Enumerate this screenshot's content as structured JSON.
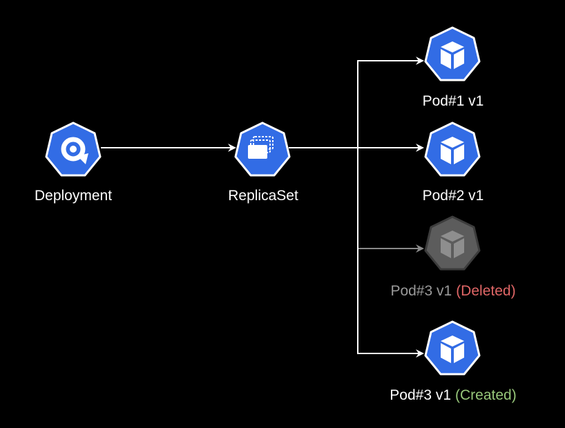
{
  "colors": {
    "background": "#000000",
    "k8s_blue": "#326CE5",
    "deleted_gray": "#5c5c5c",
    "connector": "#ffffff",
    "connector_faded": "#8a8a8a",
    "label": "#ffffff",
    "label_faded": "#9a9a9a",
    "deleted_tag": "#e06666",
    "created_tag": "#97c77a"
  },
  "nodes": {
    "deployment": {
      "label": "Deployment",
      "icon": "deployment-icon"
    },
    "replicaset": {
      "label": "ReplicaSet",
      "icon": "replicaset-icon"
    },
    "pod1": {
      "label": "Pod#1 v1",
      "icon": "pod-icon"
    },
    "pod2": {
      "label": "Pod#2 v1",
      "icon": "pod-icon"
    },
    "pod3_deleted": {
      "label": "Pod#3 v1",
      "tag": "(Deleted)",
      "icon": "pod-icon"
    },
    "pod3_created": {
      "label": "Pod#3 v1",
      "tag": "(Created)",
      "icon": "pod-icon"
    }
  }
}
